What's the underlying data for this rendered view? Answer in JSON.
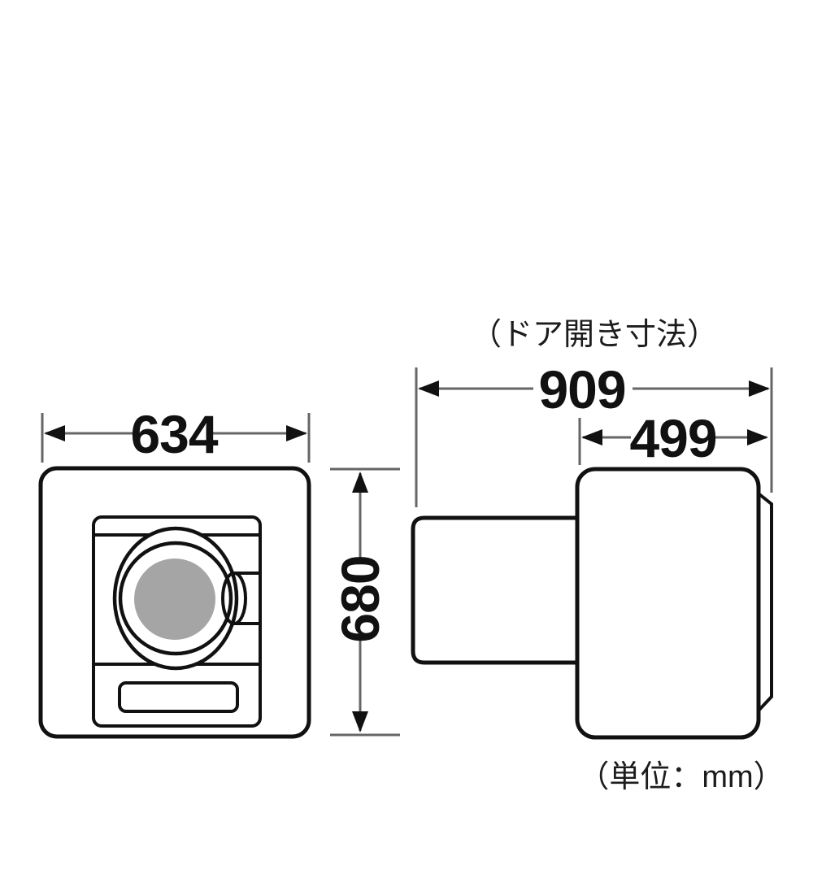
{
  "diagram": {
    "door_open_label": "（ドア開き寸法）",
    "unit_label": "（単位：mm）",
    "dims": {
      "width_mm": "634",
      "height_mm": "680",
      "door_open_depth_mm": "909",
      "body_depth_mm": "499"
    },
    "colors": {
      "outline": "#111111",
      "dim_line": "#666666",
      "window_gray": "#a5a5a5",
      "background": "#ffffff"
    }
  }
}
